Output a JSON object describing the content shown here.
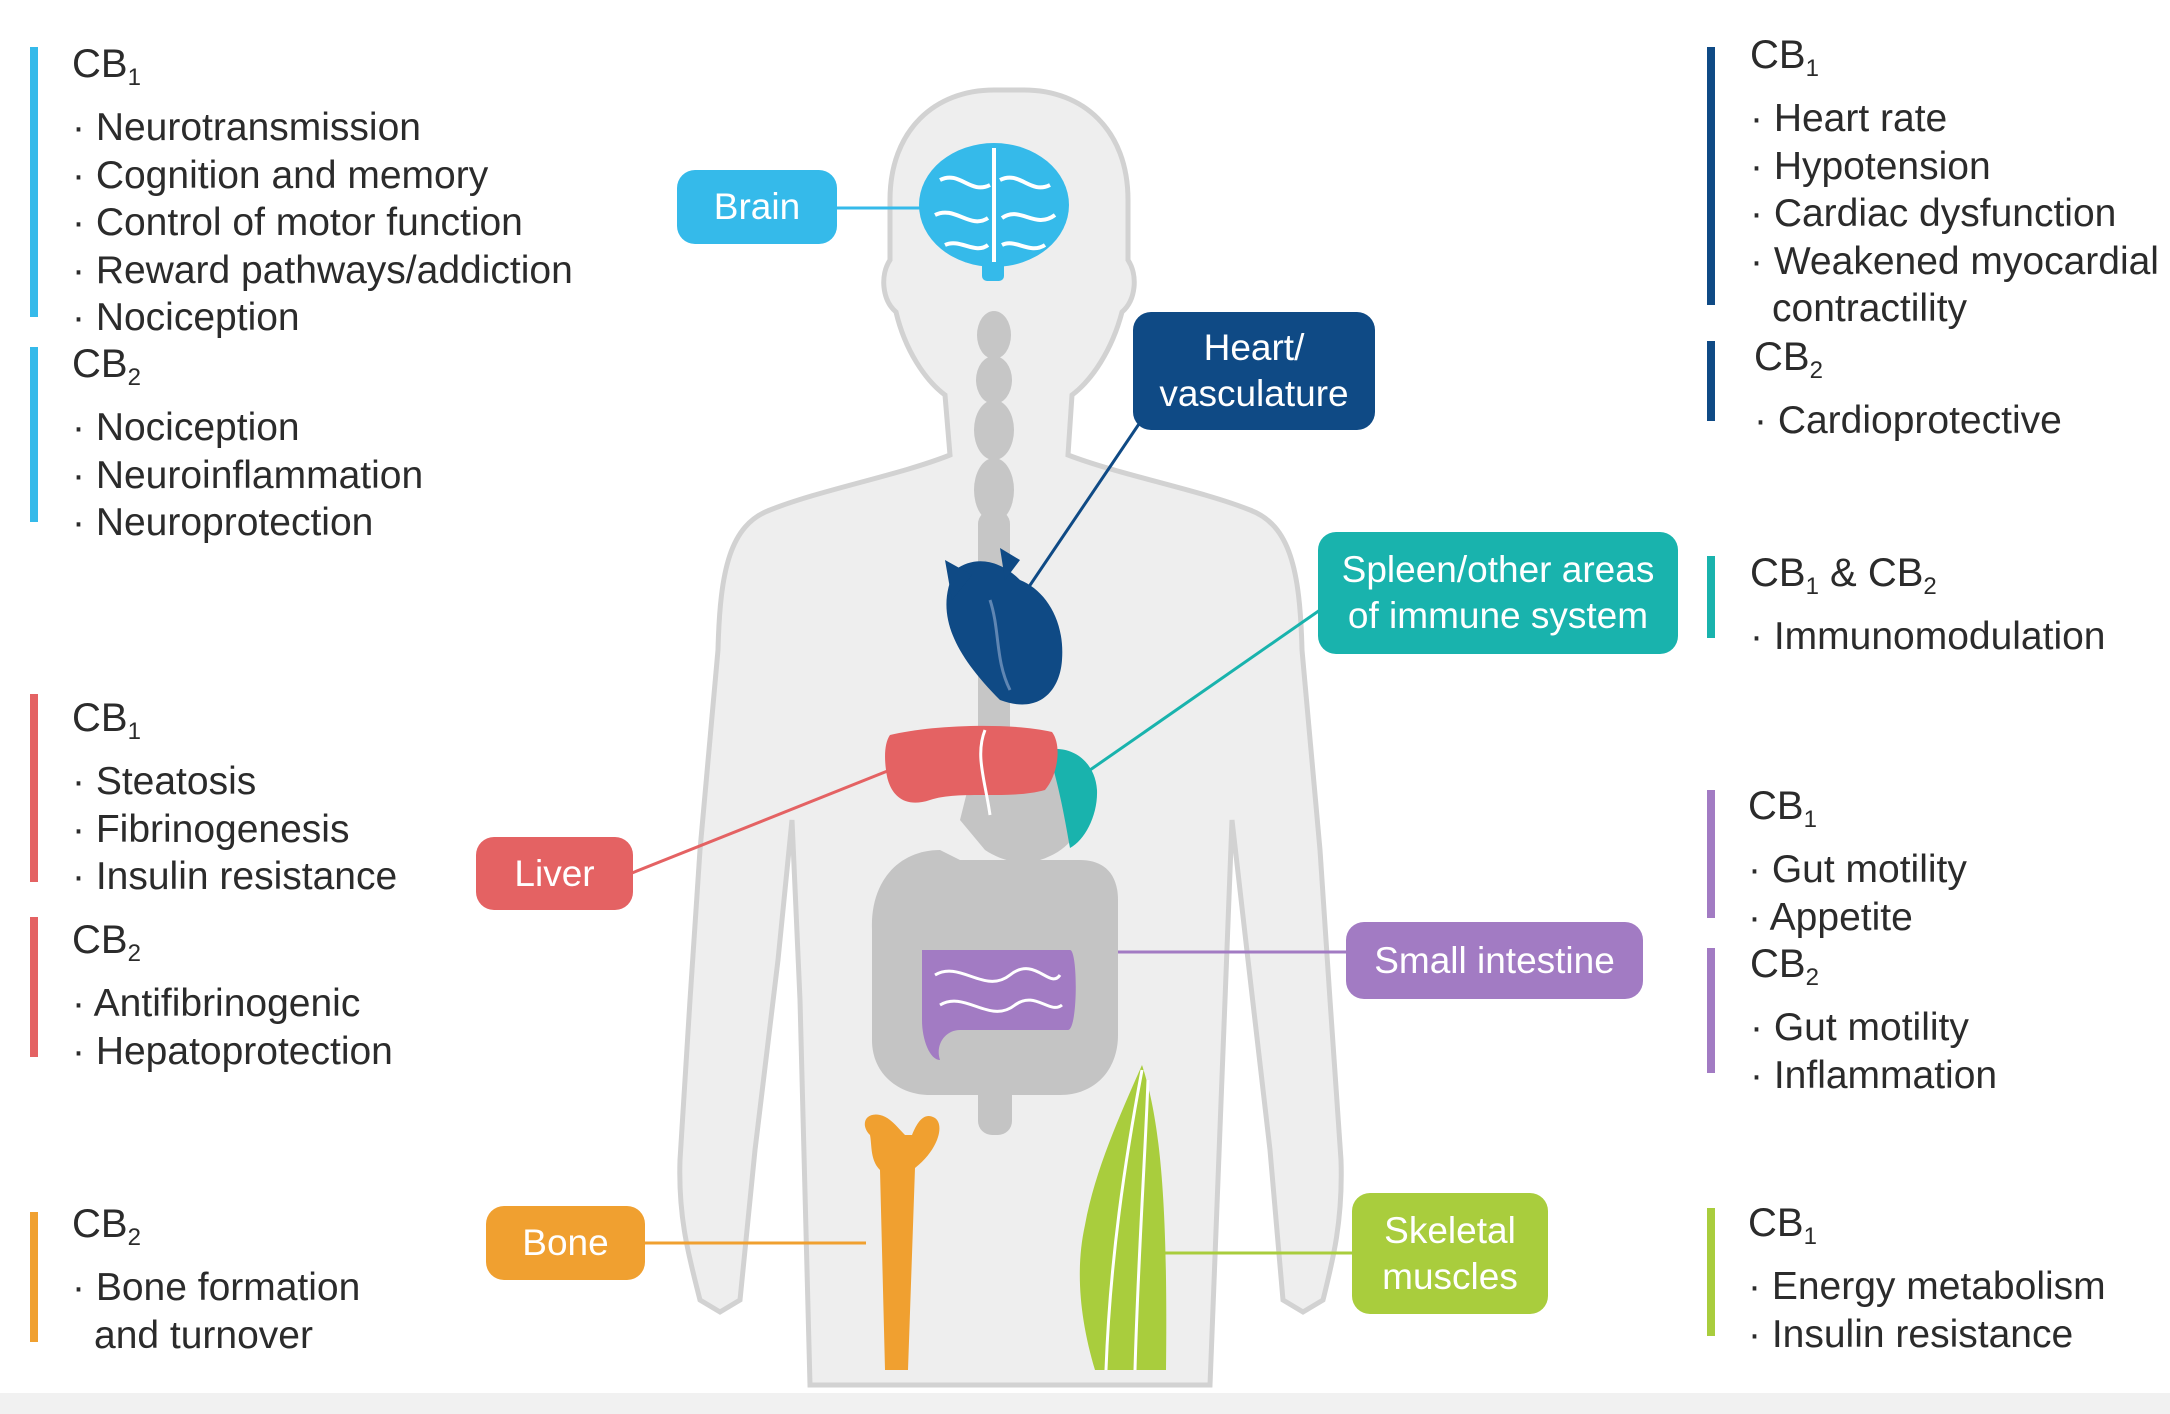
{
  "colors": {
    "brain": "#35baea",
    "heart": "#0f4a85",
    "spleen": "#19b3ad",
    "liver": "#e46263",
    "intestine": "#a27bc3",
    "bone": "#f0a030",
    "muscle": "#a9cd3d",
    "silhouette": "#e5e5e5",
    "digestive": "#c4c4c4"
  },
  "organs": {
    "brain": "Brain",
    "heart_l1": "Heart/",
    "heart_l2": "vasculature",
    "spleen_l1": "Spleen/other areas",
    "spleen_l2": "of immune system",
    "liver": "Liver",
    "intestine": "Small intestine",
    "bone": "Bone",
    "muscle_l1": "Skeletal",
    "muscle_l2": "muscles"
  },
  "effects": {
    "brain_cb1": {
      "receptor": "CB",
      "sub": "1",
      "items": [
        "Neurotransmission",
        "Cognition and memory",
        "Control of motor function",
        "Reward pathways/addiction",
        "Nociception"
      ]
    },
    "brain_cb2": {
      "receptor": "CB",
      "sub": "2",
      "items": [
        "Nociception",
        "Neuroinflammation",
        "Neuroprotection"
      ]
    },
    "heart_cb1": {
      "receptor": "CB",
      "sub": "1",
      "items": [
        "Heart rate",
        "Hypotension",
        "Cardiac dysfunction",
        "Weakened myocardial"
      ],
      "continuation": "contractility"
    },
    "heart_cb2": {
      "receptor": "CB",
      "sub": "2",
      "items": [
        "Cardioprotective"
      ]
    },
    "spleen_cb": {
      "receptor": "CB",
      "sub": "1",
      "joiner": " & CB",
      "sub2": "2",
      "items": [
        "Immunomodulation"
      ]
    },
    "liver_cb1": {
      "receptor": "CB",
      "sub": "1",
      "items": [
        "Steatosis",
        "Fibrinogenesis",
        "Insulin resistance"
      ]
    },
    "liver_cb2": {
      "receptor": "CB",
      "sub": "2",
      "items": [
        "Antifibrinogenic",
        "Hepatoprotection"
      ]
    },
    "intestine_cb1": {
      "receptor": "CB",
      "sub": "1",
      "items": [
        "Gut motility",
        "Appetite"
      ]
    },
    "intestine_cb2": {
      "receptor": "CB",
      "sub": "2",
      "items": [
        "Gut motility",
        "Inflammation"
      ]
    },
    "bone_cb2": {
      "receptor": "CB",
      "sub": "2",
      "items": [
        "Bone formation"
      ],
      "continuation": "and turnover"
    },
    "muscle_cb1": {
      "receptor": "CB",
      "sub": "1",
      "items": [
        "Energy metabolism",
        "Insulin resistance"
      ]
    }
  }
}
